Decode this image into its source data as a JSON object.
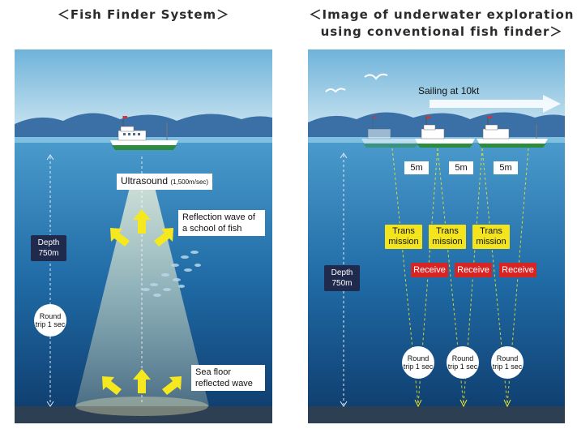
{
  "left": {
    "title": "＜Fish Finder System＞",
    "ultrasound_label": "Ultrasound",
    "ultrasound_speed": "(1,500m/sec)",
    "reflection_label": "Reflection wave of a school of fish",
    "seafloor_label": "Sea floor reflected wave",
    "depth_label": "Depth 750m",
    "round_trip_label": "Round trip 1 sec"
  },
  "right": {
    "title_line1": "＜Image of underwater exploration",
    "title_line2": "using conventional fish finder＞",
    "sailing_label": "Sailing at 10kt",
    "distance_labels": [
      "5m",
      "5m",
      "5m"
    ],
    "transmission_labels": [
      "Trans mission",
      "Trans mission",
      "Trans mission"
    ],
    "receive_labels": [
      "Receive",
      "Receive",
      "Receive"
    ],
    "depth_label": "Depth 750m",
    "round_trip_labels": [
      "Round trip 1 sec",
      "Round trip 1 sec",
      "Round trip 1 sec"
    ]
  },
  "colors": {
    "sky_top": "#6fb3da",
    "sky_bottom": "#cfe7f2",
    "mountains": "#3b70a6",
    "sea_top": "#3a8dc4",
    "sea_bottom": "#0e3a6a",
    "seafloor": "#2d3f52",
    "arrow_yellow": "#f5e81f",
    "depth_navy": "#1f2a4d",
    "receive_red": "#d92424",
    "ship_green": "#2c8c3e"
  }
}
